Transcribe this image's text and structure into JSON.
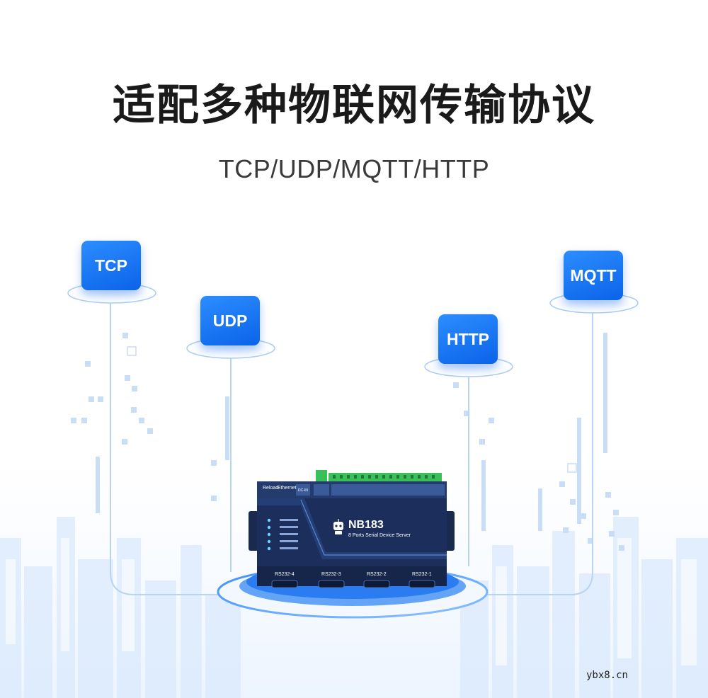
{
  "headline": "适配多种物联网传输协议",
  "subheadline": "TCP/UDP/MQTT/HTTP",
  "protocols": {
    "tcp": "TCP",
    "udp": "UDP",
    "http": "HTTP",
    "mqtt": "MQTT"
  },
  "device": {
    "model": "NB183",
    "description": "8 Ports Serial Device Server",
    "buttons": {
      "reload": "Reload",
      "ethernet": "Ethernet"
    },
    "power": "DC-IN",
    "ports": [
      "RS232-4",
      "RS232-3",
      "RS232-2",
      "RS232-1"
    ]
  },
  "watermark": "ybx8.cn",
  "colors": {
    "accent": "#1a78f2",
    "device_body": "#1c2f5c",
    "terminal_green": "#3bbf5a"
  }
}
